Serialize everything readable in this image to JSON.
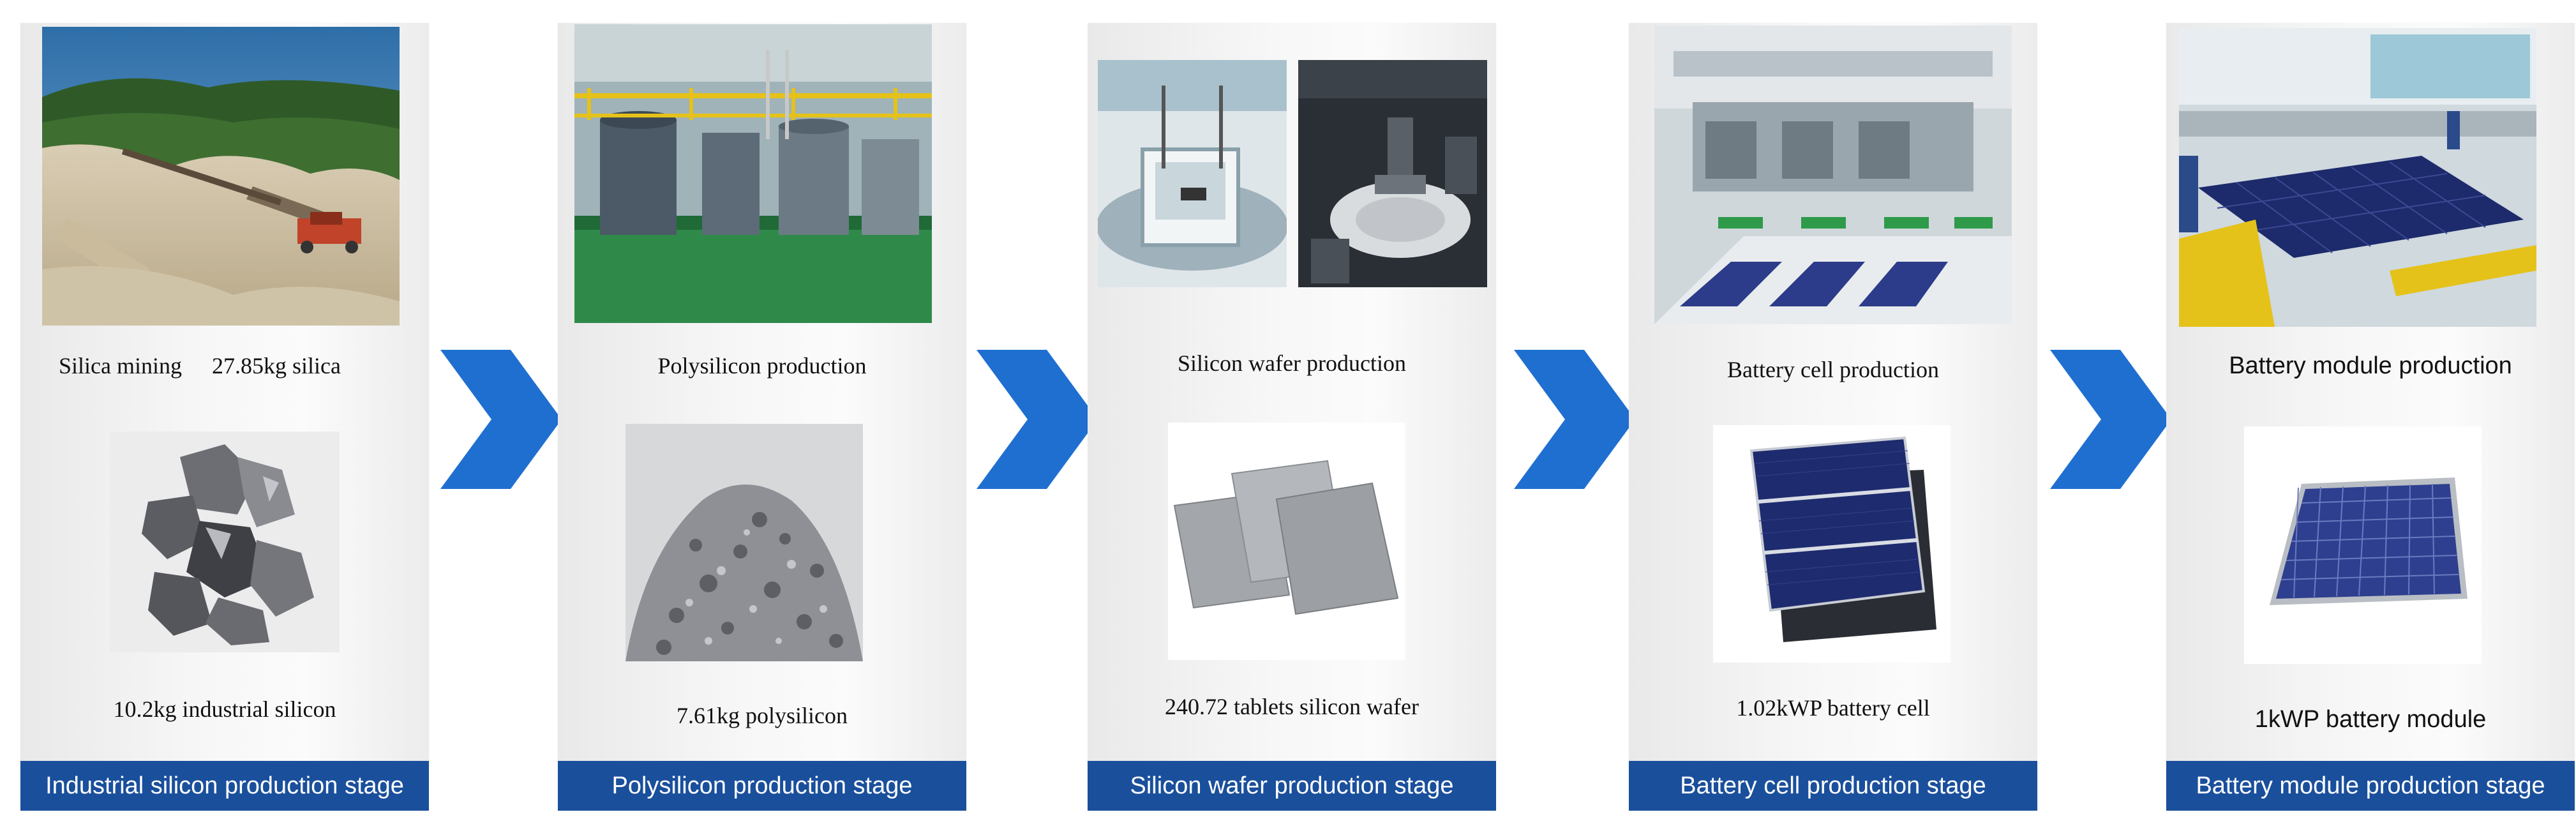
{
  "stages": [
    {
      "caption_left": "Silica mining",
      "caption_right": "27.85kg silica",
      "material_label": "10.2kg industrial silicon",
      "footer": "Industrial silicon production stage"
    },
    {
      "caption": "Polysilicon production",
      "material_label": "7.61kg polysilicon",
      "footer": "Polysilicon production stage"
    },
    {
      "caption": "Silicon wafer production",
      "material_label": "240.72 tablets silicon wafer",
      "footer": "Silicon wafer production stage"
    },
    {
      "caption": "Battery cell production",
      "material_label": "1.02kWP battery cell",
      "footer": "Battery cell production stage"
    },
    {
      "caption": "Battery module production",
      "material_label": "1kWP battery module",
      "footer": "Battery module production stage"
    }
  ],
  "colors": {
    "footer_bg": "#1a4f9c",
    "arrow": "#1f6fd1",
    "panel_bg": "#f4f4f4"
  },
  "icons": {
    "arrow": "chevron-right-icon"
  }
}
